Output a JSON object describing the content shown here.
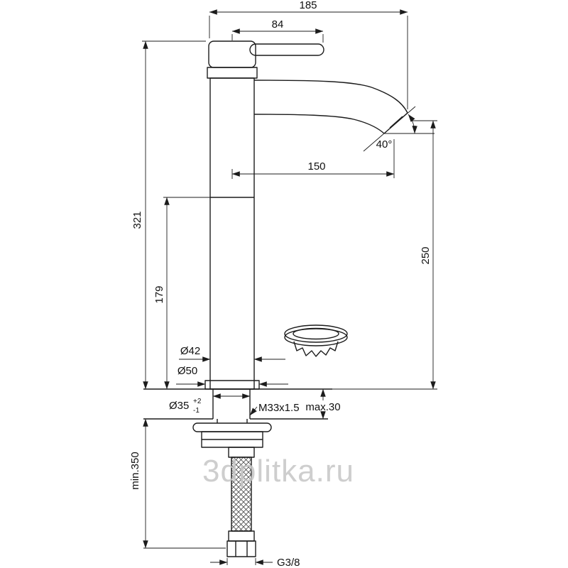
{
  "watermark": "3dplitka.ru",
  "dims": {
    "total_width": "185",
    "handle_length": "84",
    "total_height": "321",
    "body_height": "179",
    "spout_reach": "150",
    "spout_height": "250",
    "spout_angle": "40°",
    "body_diameter": "Ø42",
    "base_diameter": "Ø50",
    "hole_diameter": "Ø35",
    "hole_tol_upper": "+2",
    "hole_tol_lower": "-1",
    "shank_thread": "M33x1.5",
    "max_deck_thickness": "max.30",
    "min_hose_length": "min.350",
    "hose_connection": "G3/8"
  }
}
